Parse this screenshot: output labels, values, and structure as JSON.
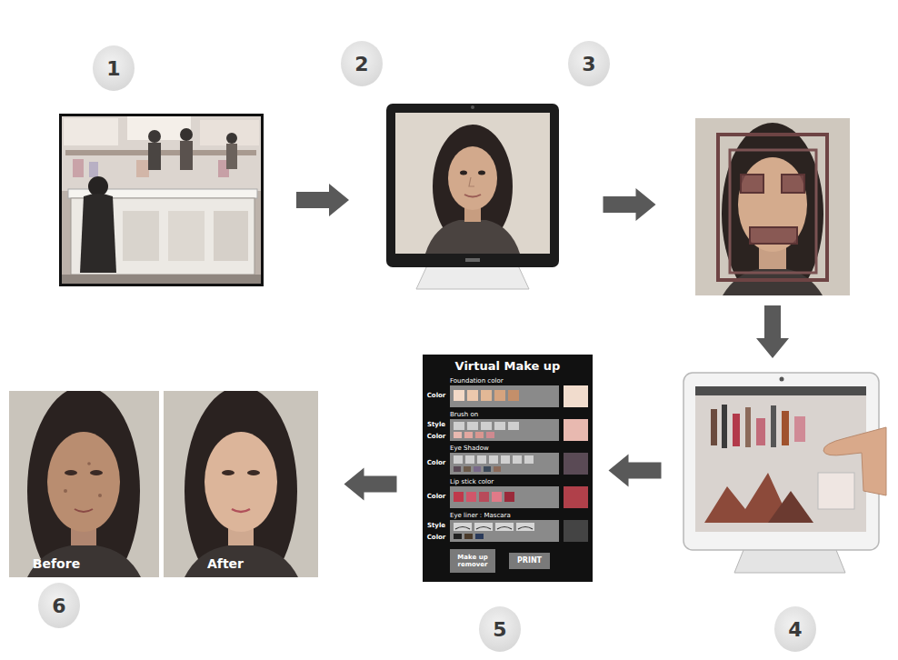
{
  "diagram": {
    "nodes": [
      {
        "text": [
          "1"
        ]
      },
      {
        "text": [
          "2"
        ]
      },
      {
        "text": [
          "3"
        ]
      },
      {
        "text": [
          "4"
        ]
      },
      {
        "text": [
          "Virtual Make up",
          "Foundation color",
          "Color",
          "Brush on",
          "Style",
          "Color",
          "Eye Shadow",
          "Color",
          "Lip stick color",
          "Color",
          "Eye liner : Mascara",
          "Style",
          "Color",
          "Make up remover",
          "PRINT",
          "5"
        ]
      },
      {
        "text": [
          "Before",
          "After",
          "6"
        ]
      }
    ],
    "edges": [
      {
        "from": 0,
        "to": 1,
        "arrow": "to"
      },
      {
        "from": 1,
        "to": 2,
        "arrow": "to"
      },
      {
        "from": 2,
        "to": 3,
        "arrow": "to"
      },
      {
        "from": 3,
        "to": 4,
        "arrow": "to"
      },
      {
        "from": 4,
        "to": 5,
        "arrow": "to"
      }
    ]
  }
}
